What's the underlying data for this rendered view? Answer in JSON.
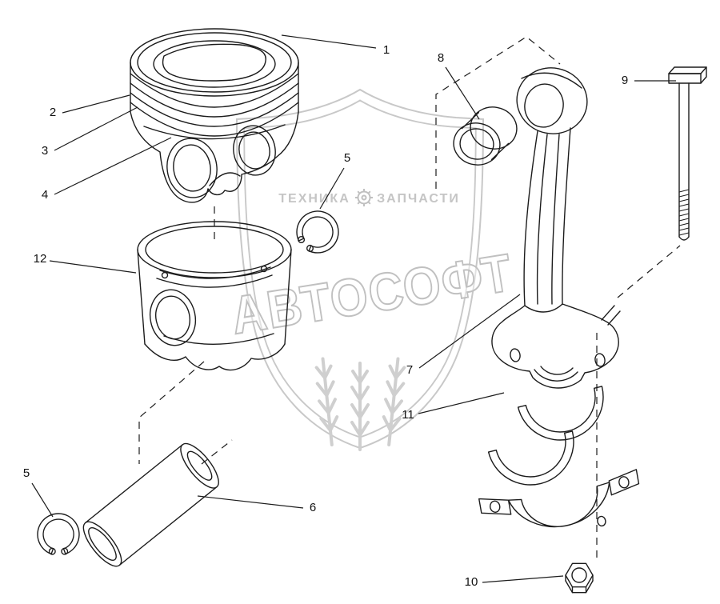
{
  "colors": {
    "line": "#1c1c1c",
    "watermark": "#c4c4c4",
    "background": "#ffffff"
  },
  "watermark": {
    "left": "ТЕХНИКА",
    "right": "ЗАПЧАСТИ",
    "main": "АВТОСОФТ",
    "icons": {
      "center": "gear-icon",
      "bottom": "wheat-icon"
    }
  },
  "callouts": [
    {
      "label": "1"
    },
    {
      "label": "2"
    },
    {
      "label": "3"
    },
    {
      "label": "4"
    },
    {
      "label": "5"
    },
    {
      "label": "12"
    },
    {
      "label": "7"
    },
    {
      "label": "8"
    },
    {
      "label": "9"
    },
    {
      "label": "11"
    },
    {
      "label": "5"
    },
    {
      "label": "6"
    },
    {
      "label": "10"
    }
  ]
}
